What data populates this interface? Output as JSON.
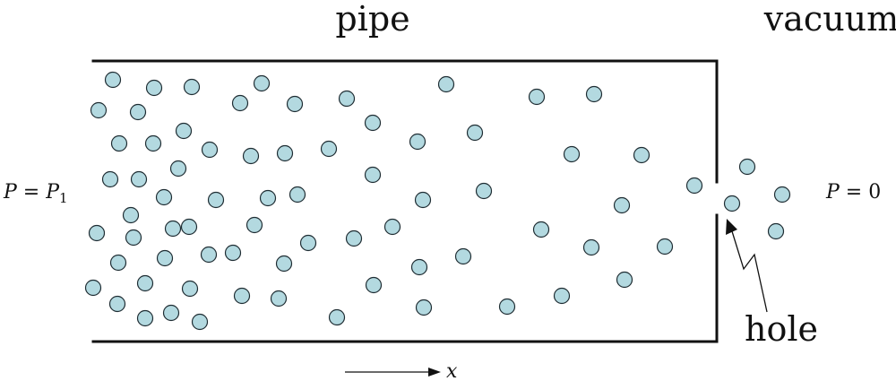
{
  "labels": {
    "pipe": "pipe",
    "vacuum": "vacuum",
    "hole": "hole",
    "left_pressure_lhs": "P",
    "left_pressure_eq": " = ",
    "left_pressure_rhs": "P",
    "left_pressure_sub": "1",
    "right_pressure_lhs": "P",
    "right_pressure_eq": " = ",
    "right_pressure_rhs": "0",
    "axis": "x"
  },
  "colors": {
    "molecule_fill": "#b3d9e0",
    "outline": "#111111"
  }
}
